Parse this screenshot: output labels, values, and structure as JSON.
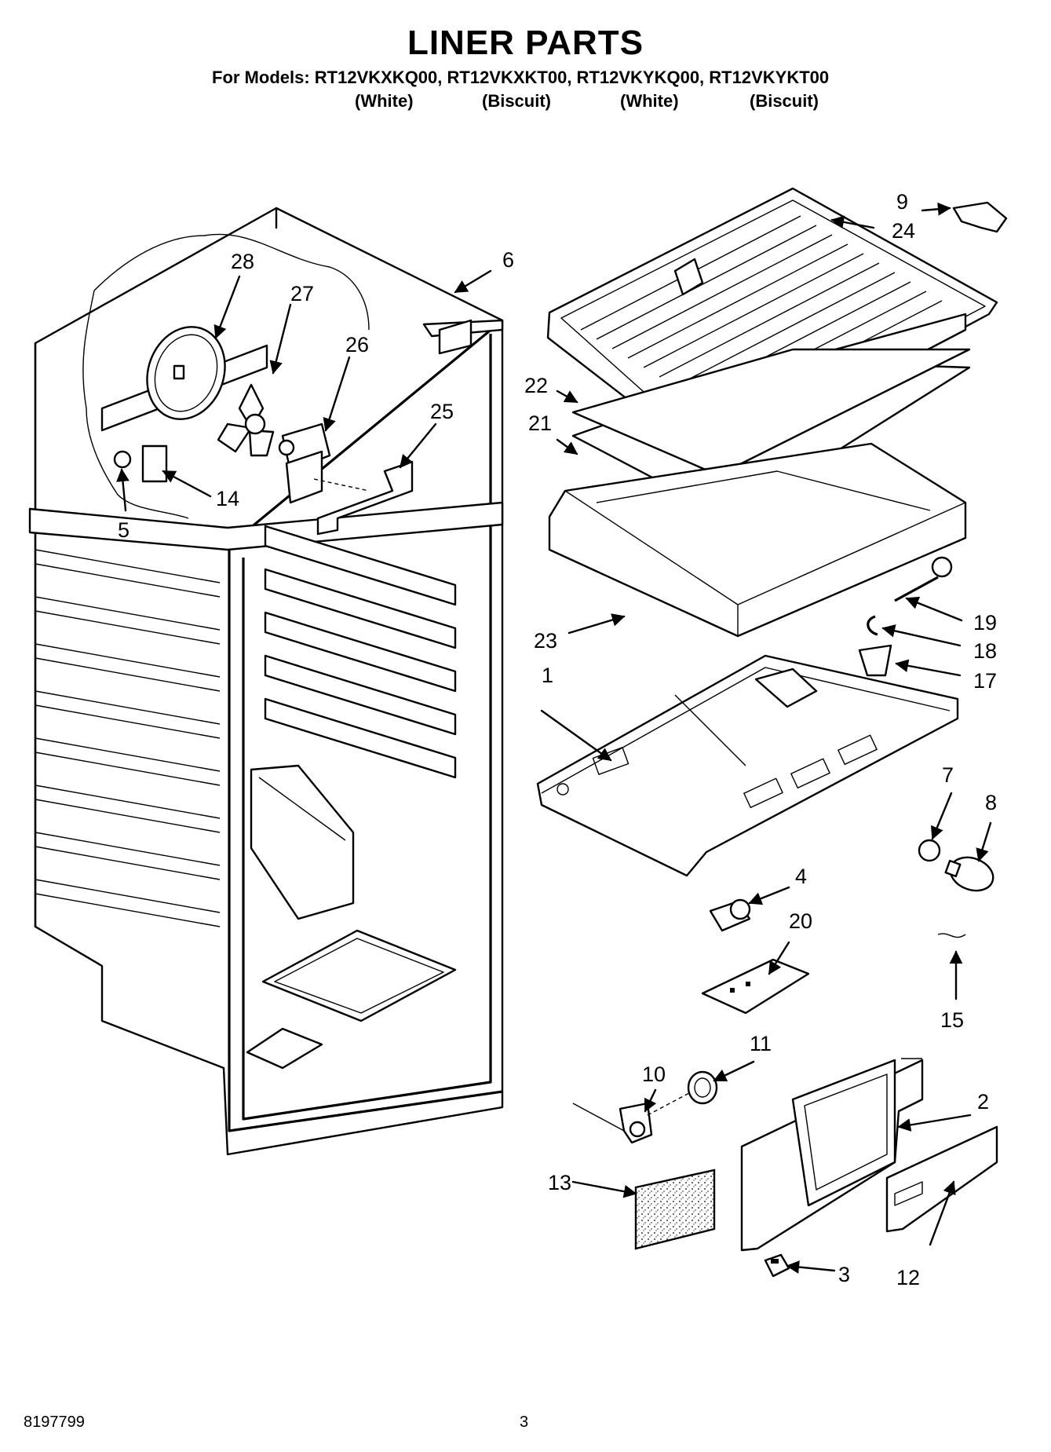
{
  "title": "LINER PARTS",
  "models_line": "For Models: RT12VKXKQ00, RT12VKXKT00, RT12VKYKQ00, RT12VKYKT00",
  "model_colors": [
    "(White)",
    "(Biscuit)",
    "(White)",
    "(Biscuit)"
  ],
  "callouts": {
    "c1": "1",
    "c2": "2",
    "c3": "3",
    "c4": "4",
    "c5": "5",
    "c6": "6",
    "c7": "7",
    "c8": "8",
    "c9": "9",
    "c10": "10",
    "c11": "11",
    "c12": "12",
    "c13": "13",
    "c14": "14",
    "c15": "15",
    "c17": "17",
    "c18": "18",
    "c19": "19",
    "c20": "20",
    "c21": "21",
    "c22": "22",
    "c23": "23",
    "c24": "24",
    "c25": "25",
    "c26": "26",
    "c27": "27",
    "c28": "28"
  },
  "footer": {
    "doc_number": "8197799",
    "page_number": "3"
  }
}
